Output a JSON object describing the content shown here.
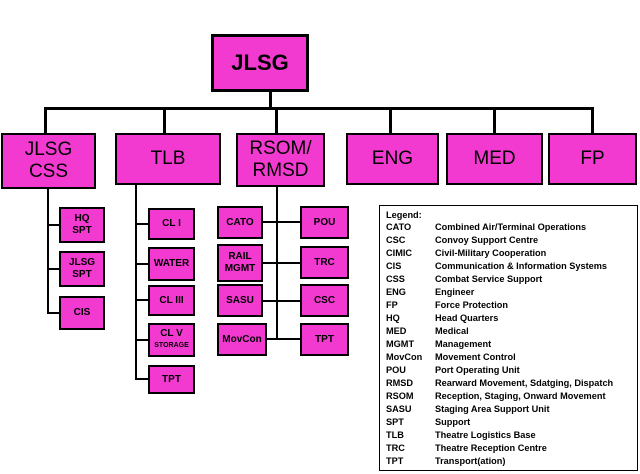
{
  "root": {
    "label": "JLSG"
  },
  "columns": [
    {
      "label": "JLSG\nCSS",
      "children": [
        {
          "label": "HQ\nSPT",
          "sub": ""
        },
        {
          "label": "JLSG\nSPT",
          "sub": ""
        },
        {
          "label": "CIS",
          "sub": ""
        }
      ]
    },
    {
      "label": "TLB",
      "children": [
        {
          "label": "CL I",
          "sub": ""
        },
        {
          "label": "WATER",
          "sub": ""
        },
        {
          "label": "CL III",
          "sub": ""
        },
        {
          "label": "CL V",
          "sub": "STORAGE"
        },
        {
          "label": "TPT",
          "sub": ""
        }
      ]
    },
    {
      "label": "RSOM/\nRMSD",
      "children_left": [
        {
          "label": "CATO"
        },
        {
          "label": "RAIL\nMGMT"
        },
        {
          "label": "SASU"
        },
        {
          "label": "MovCon"
        }
      ],
      "children_right": [
        {
          "label": "POU"
        },
        {
          "label": "TRC"
        },
        {
          "label": "CSC"
        },
        {
          "label": "TPT"
        }
      ]
    },
    {
      "label": "ENG"
    },
    {
      "label": "MED"
    },
    {
      "label": "FP"
    }
  ],
  "legend": {
    "title": "Legend:",
    "entries": [
      {
        "abbr": "CATO",
        "def": "Combined Air/Terminal Operations"
      },
      {
        "abbr": "CSC",
        "def": "Convoy Support Centre"
      },
      {
        "abbr": "CIMIC",
        "def": "Civil-Military Cooperation"
      },
      {
        "abbr": "CIS",
        "def": "Communication & Information Systems"
      },
      {
        "abbr": "CSS",
        "def": "Combat Service Support"
      },
      {
        "abbr": "ENG",
        "def": "Engineer"
      },
      {
        "abbr": "FP",
        "def": "Force Protection"
      },
      {
        "abbr": "HQ",
        "def": "Head Quarters"
      },
      {
        "abbr": "MED",
        "def": "Medical"
      },
      {
        "abbr": "MGMT",
        "def": "Management"
      },
      {
        "abbr": "MovCon",
        "def": "Movement Control"
      },
      {
        "abbr": "POU",
        "def": "Port Operating Unit"
      },
      {
        "abbr": "RMSD",
        "def": "Rearward Movement, Sdatging, Dispatch"
      },
      {
        "abbr": "RSOM",
        "def": "Reception, Staging, Onward Movement"
      },
      {
        "abbr": "SASU",
        "def": "Staging Area Support Unit"
      },
      {
        "abbr": "SPT",
        "def": "Support"
      },
      {
        "abbr": "TLB",
        "def": "Theatre Logistics Base"
      },
      {
        "abbr": "TRC",
        "def": "Theatre Reception Centre"
      },
      {
        "abbr": "TPT",
        "def": "Transport(ation)"
      }
    ]
  },
  "colors": {
    "box_fill": "#f23ad0",
    "line": "#000000"
  }
}
